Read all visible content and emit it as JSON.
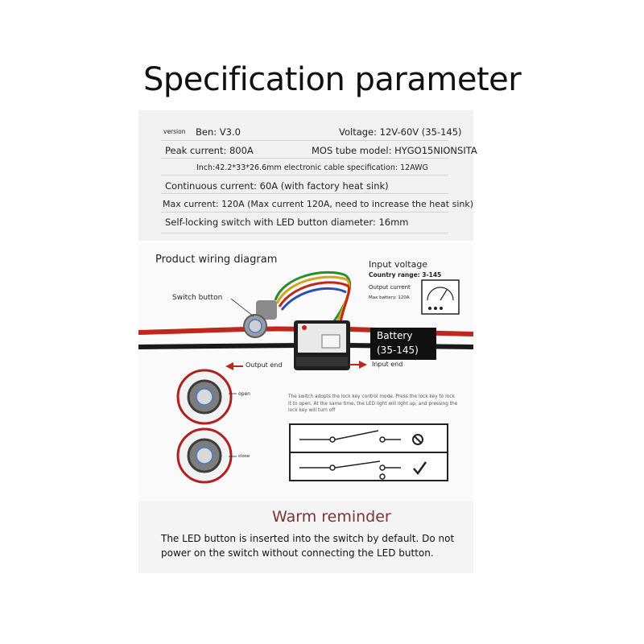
{
  "title": "Specification parameter",
  "spec": {
    "version_label": "version",
    "version": "Ben: V3.0",
    "voltage": "Voltage: 12V-60V (35-145)",
    "peak_current": "Peak current: 800A",
    "mos_model": "MOS tube model: HYGO15NIONSITA",
    "size": "Inch:42.2*33*26.6mm electronic cable specification: 12AWG",
    "continuous_current": "Continuous current: 60A (with factory heat sink)",
    "max_current": "Max current: 120A (Max current 120A, need to increase the heat sink)",
    "switch": "Self-locking switch with LED button diameter: 16mm"
  },
  "wiring": {
    "heading": "Product wiring diagram",
    "input_voltage": "Input voltage",
    "country_range": "Country range: 3-145",
    "output_current": "Output current",
    "max_battery": "Max battery: 120A",
    "switch_button": "Switch button",
    "battery": "Battery",
    "battery_range": "(35-145)",
    "output_end": "Output end",
    "input_end": "Input end",
    "open": "open",
    "close": "close",
    "note": "The switch adopts the lock key control mode. Press the lock key to lock it to open. At the same time, the LED light will light up, and pressing the lock key will turn off"
  },
  "reminder": {
    "heading": "Warm reminder",
    "line1": "The LED button is inserted into the switch by default. Do not",
    "line2": "power on the switch without connecting the LED button."
  },
  "colors": {
    "wire_red": "#c0271c",
    "wire_black": "#1a1a1a",
    "ring_red": "#b0201e",
    "reminder_heading": "#7a3530"
  }
}
